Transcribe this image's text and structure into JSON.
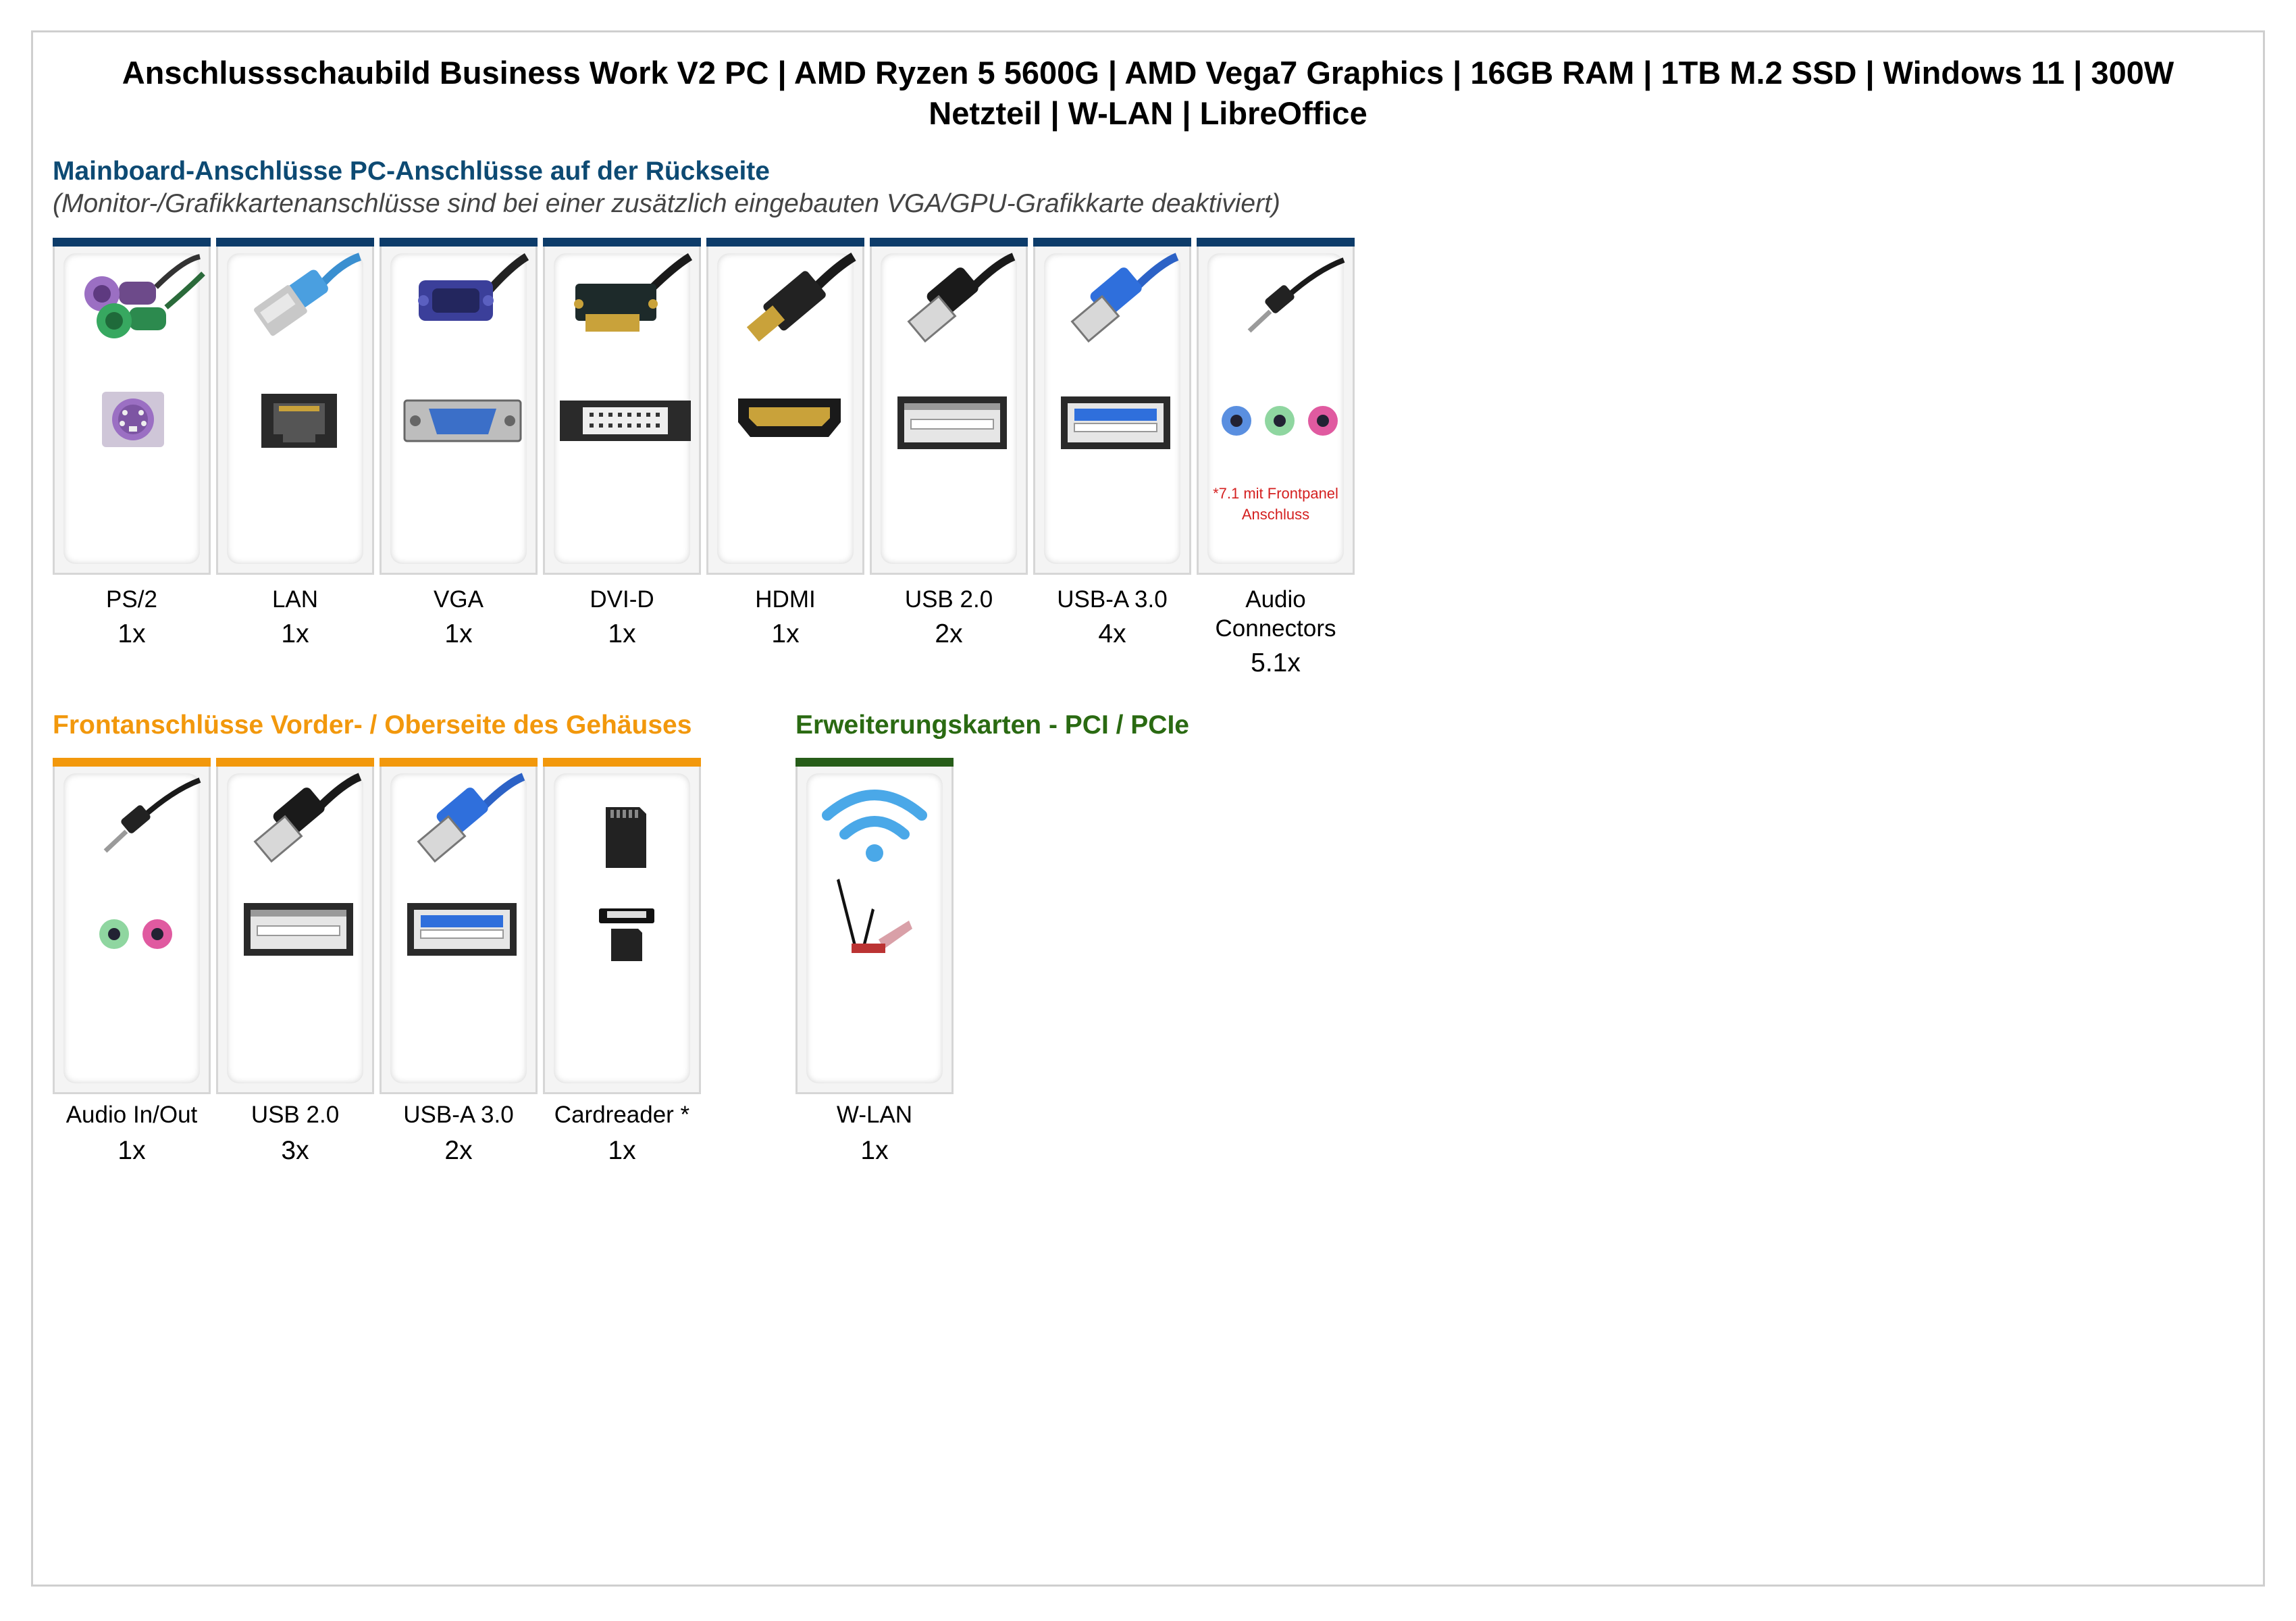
{
  "title": "Anschlussschaubild Business Work V2 PC | AMD Ryzen 5 5600G | AMD Vega7 Graphics | 16GB RAM | 1TB M.2 SSD | Windows 11 | 300W Netzteil | W-LAN | LibreOffice",
  "colors": {
    "blue": "#0d4a73",
    "orange": "#f2980c",
    "green": "#2a6a12"
  },
  "rear": {
    "heading": "Mainboard-Anschlüsse PC-Anschlüsse auf der Rückseite",
    "note": "(Monitor-/Grafikkartenanschlüsse sind bei einer zusätzlich eingebauten VGA/GPU-Grafikkarte deaktiviert)",
    "items": [
      {
        "label": "PS/2",
        "count": "1x",
        "icon": "ps2-connector-icon"
      },
      {
        "label": "LAN",
        "count": "1x",
        "icon": "lan-connector-icon"
      },
      {
        "label": "VGA",
        "count": "1x",
        "icon": "vga-connector-icon"
      },
      {
        "label": "DVI-D",
        "count": "1x",
        "icon": "dvi-connector-icon"
      },
      {
        "label": "HDMI",
        "count": "1x",
        "icon": "hdmi-connector-icon"
      },
      {
        "label": "USB 2.0",
        "count": "2x",
        "icon": "usb2-connector-icon"
      },
      {
        "label": "USB-A 3.0",
        "count": "4x",
        "icon": "usb3-connector-icon"
      },
      {
        "label": "Audio Connectors",
        "count": "5.1x",
        "icon": "audio-jacks-icon",
        "footnote": "*7.1 mit Frontpanel Anschluss"
      }
    ]
  },
  "front": {
    "heading": "Frontanschlüsse Vorder- / Oberseite des Gehäuses",
    "items": [
      {
        "label": "Audio In/Out",
        "count": "1x",
        "icon": "audio-jacks-icon"
      },
      {
        "label": "USB 2.0",
        "count": "3x",
        "icon": "usb2-connector-icon"
      },
      {
        "label": "USB-A 3.0",
        "count": "2x",
        "icon": "usb3-connector-icon"
      },
      {
        "label": "Cardreader *",
        "count": "1x",
        "icon": "cardreader-icon"
      }
    ]
  },
  "expansion": {
    "heading": "Erweiterungskarten - PCI / PCIe",
    "items": [
      {
        "label": "W-LAN",
        "count": "1x",
        "icon": "wlan-icon"
      }
    ]
  }
}
